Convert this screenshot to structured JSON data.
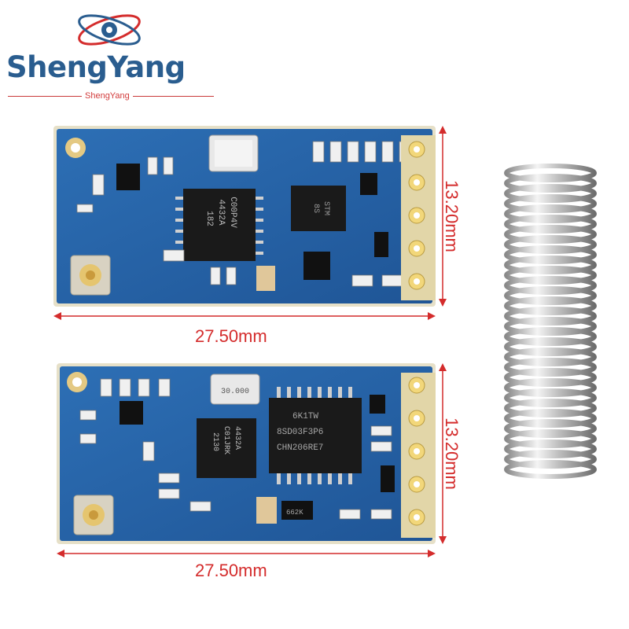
{
  "brand": {
    "name": "ShengYang",
    "subtitle": "ShengYang",
    "colors": {
      "primary": "#2a5d8f",
      "accent": "#d42c2c"
    }
  },
  "modules": [
    {
      "width_label": "27.50mm",
      "height_label": "13.20mm",
      "chip_main": [
        "4432A",
        "C00P4V",
        "182"
      ],
      "chip_secondary": [
        "STM",
        "8S"
      ]
    },
    {
      "width_label": "27.50mm",
      "height_label": "13.20mm",
      "crystal_label": "30.000",
      "chip_main": [
        "4432A",
        "C01JRK",
        "2130"
      ],
      "chip_secondary": [
        "6K1TW",
        "8SD03F3P6",
        "CHN206RE7"
      ],
      "resistor_label": "662K"
    }
  ],
  "antenna": {
    "icon": "spring-antenna-icon"
  }
}
